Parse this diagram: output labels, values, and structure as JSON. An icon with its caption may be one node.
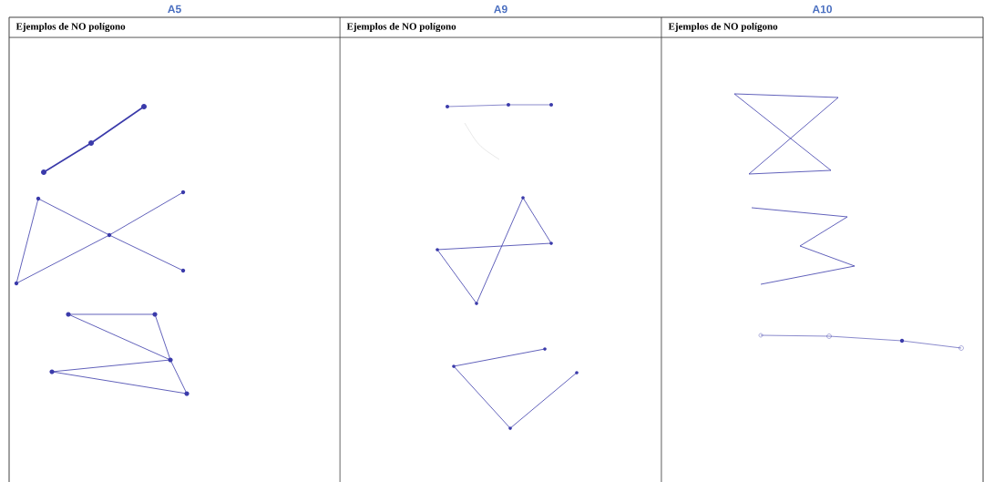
{
  "diagram": {
    "labels": [
      "A5",
      "A9",
      "A10",
      "Ejemplos de NO polígono",
      "Ejemplos de NO polígono",
      "Ejemplos de NO polígono"
    ]
  }
}
